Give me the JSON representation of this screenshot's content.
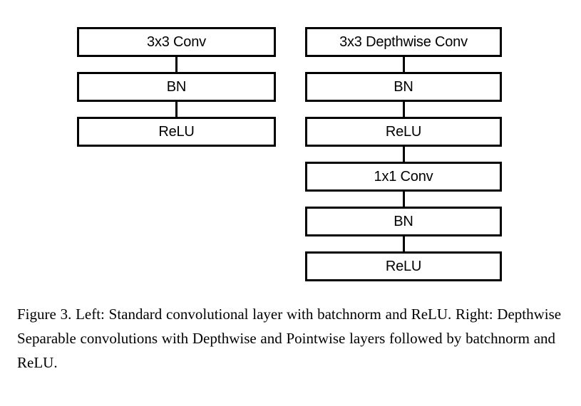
{
  "figure": {
    "background_color": "#ffffff",
    "stroke_color": "#000000",
    "left_column": {
      "label": "Standard convolutional layer",
      "blocks": [
        {
          "label": "3x3 Conv"
        },
        {
          "label": "BN"
        },
        {
          "label": "ReLU"
        }
      ]
    },
    "right_column": {
      "label": "Depthwise Separable convolution",
      "blocks": [
        {
          "label": "3x3 Depthwise Conv"
        },
        {
          "label": "BN"
        },
        {
          "label": "ReLU"
        },
        {
          "label": "1x1 Conv"
        },
        {
          "label": "BN"
        },
        {
          "label": "ReLU"
        }
      ]
    }
  },
  "caption": {
    "text": "Figure 3. Left: Standard convolutional layer with batchnorm and ReLU. Right: Depthwise Separable convolutions with Depthwise and Pointwise layers followed by batchnorm and ReLU."
  }
}
